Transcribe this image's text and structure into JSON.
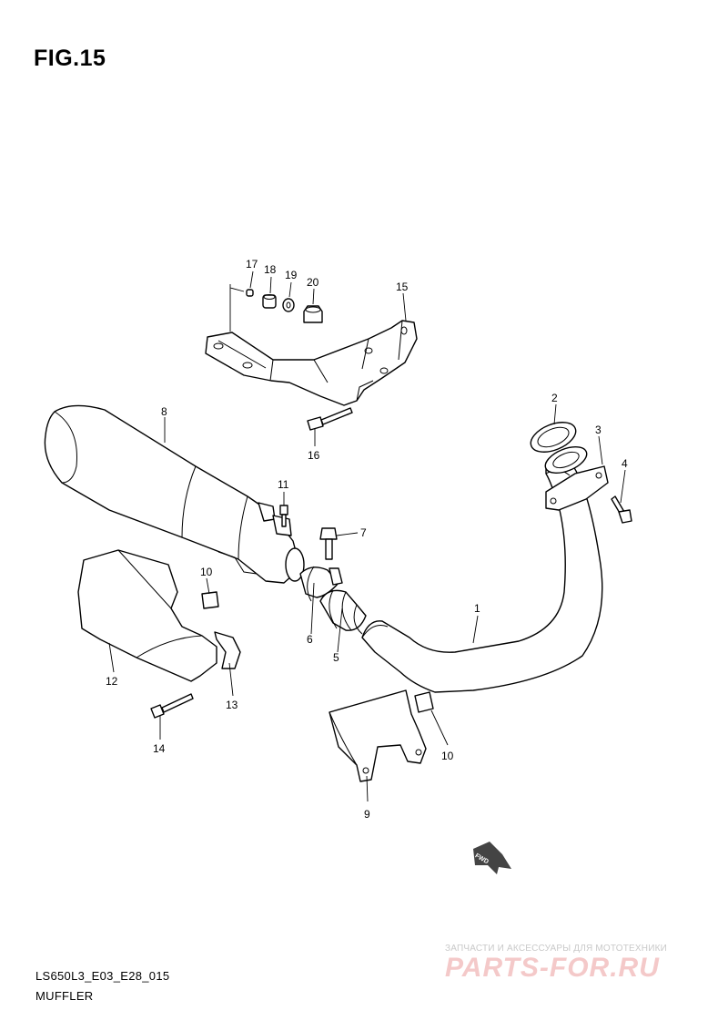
{
  "figure": {
    "title": "FIG.15"
  },
  "footer": {
    "code": "LS650L3_E03_E28_015",
    "caption": "MUFFLER"
  },
  "watermark": {
    "tagline": "ЗАПЧАСТИ И АКСЕССУАРЫ ДЛЯ МОТОТЕХНИКИ",
    "logo": "PARTS-FOR.RU"
  },
  "fwd_marker": {
    "label": "FWD"
  },
  "callouts": {
    "c1": "1",
    "c2": "2",
    "c3": "3",
    "c4": "4",
    "c5": "5",
    "c6": "6",
    "c7": "7",
    "c8": "8",
    "c9": "9",
    "c10a": "10",
    "c10b": "10",
    "c11": "11",
    "c12": "12",
    "c13": "13",
    "c14": "14",
    "c15": "15",
    "c16": "16",
    "c17": "17",
    "c18": "18",
    "c19": "19",
    "c20": "20"
  }
}
